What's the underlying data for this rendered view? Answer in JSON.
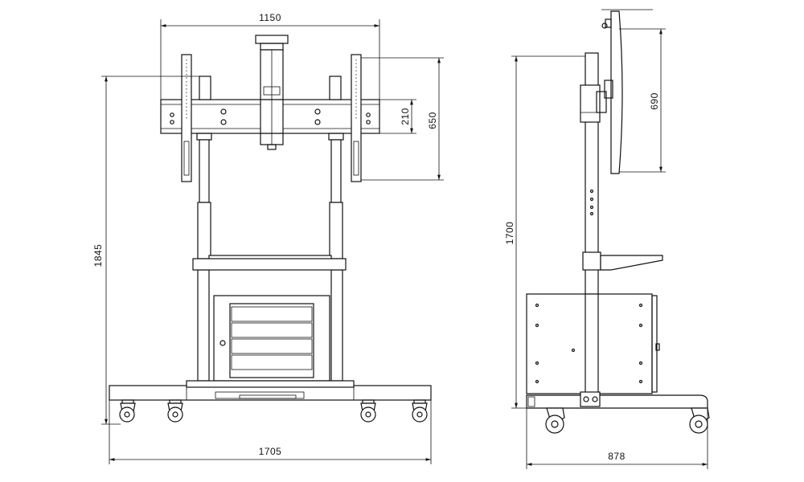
{
  "front_view": {
    "dimensions": {
      "top_width": "1150",
      "total_height": "1845",
      "bracket_height": "650",
      "rail_spacing": "210",
      "base_width": "1705"
    }
  },
  "side_view": {
    "dimensions": {
      "screen_height": "690",
      "column_height": "1700",
      "base_depth": "878"
    }
  },
  "colors": {
    "line": "#111111",
    "background": "#ffffff"
  }
}
